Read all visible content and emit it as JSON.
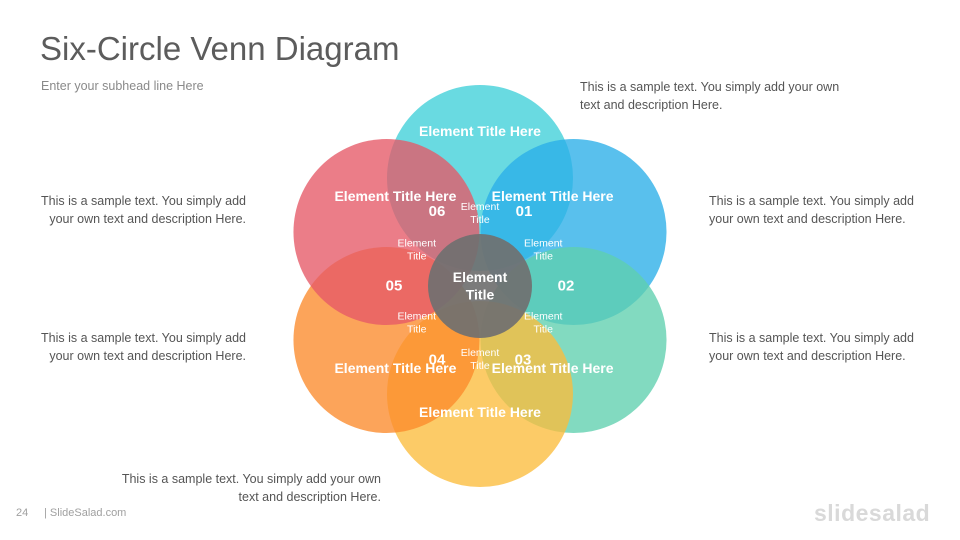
{
  "header": {
    "title": "Six-Circle Venn Diagram",
    "subhead": "Enter your subhead  line Here"
  },
  "descriptions": [
    "This is a sample text. You simply add your own text and description  Here.",
    "This is a sample text. You simply add your own text and description Here.",
    "This is a sample text. You simply add your own text and description Here.",
    "This is a sample text. You simply add your own text and description Here.",
    "This is a sample text. You simply add your own text and description Here.",
    "This is a sample text. You simply add your own text and description Here."
  ],
  "circles": [
    {
      "label": "Element Title Here",
      "color": "#3fcfd9"
    },
    {
      "label": "Element Title Here",
      "color": "#2aaee8"
    },
    {
      "label": "Element Title Here",
      "color": "#5fcfae"
    },
    {
      "label": "Element Title Here",
      "color": "#fbbd3c"
    },
    {
      "label": "Element Title Here",
      "color": "#fb8a2c"
    },
    {
      "label": "Element Title Here",
      "color": "#e55967"
    }
  ],
  "numbers": [
    "01",
    "02",
    "03",
    "04",
    "05",
    "06"
  ],
  "petals": [
    "Element Title",
    "Element Title",
    "Element Title",
    "Element Title",
    "Element Title",
    "Element Title"
  ],
  "center": {
    "label": "Element Title",
    "color": "#707070"
  },
  "footer": {
    "page_number": "24",
    "site": "| SlideSalad.com",
    "brand": "slidesalad"
  }
}
